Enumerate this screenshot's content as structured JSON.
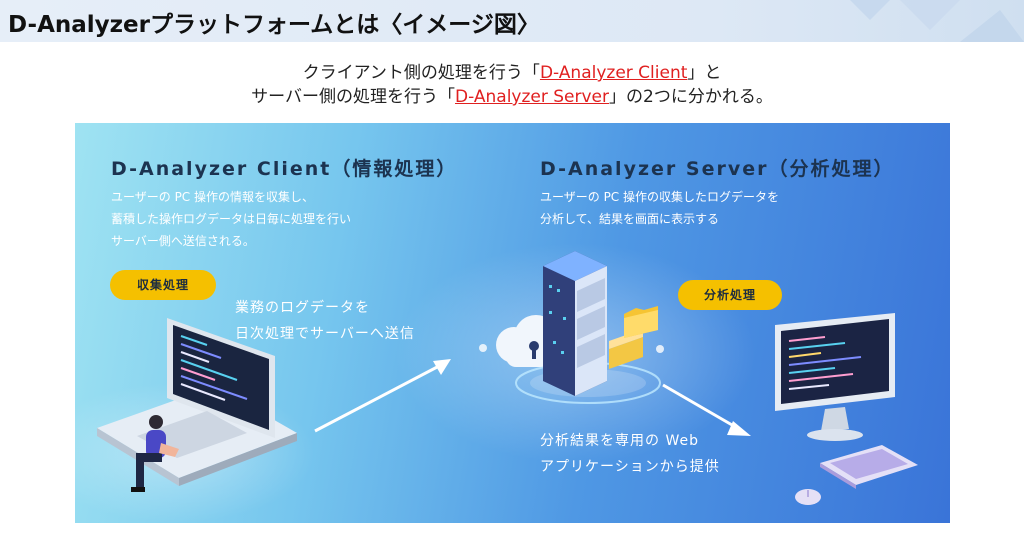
{
  "title": "D-Analyzerプラットフォームとは〈イメージ図〉",
  "intro": {
    "line1": {
      "before": "クライアント側の処理を行う「",
      "link": "D-Analyzer Client",
      "after": "」と"
    },
    "line2": {
      "before": "サーバー側の処理を行う「",
      "link": "D-Analyzer Server",
      "after": "」の2つに分かれる。"
    }
  },
  "client": {
    "heading": "D-Analyzer Client（情報処理）",
    "desc": [
      "ユーザーの PC 操作の情報を収集し、",
      "蓄積した操作ログデータは日毎に処理を行い",
      "サーバー側へ送信される。"
    ],
    "badge": "収集処理"
  },
  "server": {
    "heading": "D-Analyzer Server（分析処理）",
    "desc": [
      "ユーザーの PC 操作の収集したログデータを",
      "分析して、結果を画面に表示する"
    ],
    "badge": "分析処理"
  },
  "flow_upload": [
    "業務のログデータを",
    "日次処理でサーバーへ送信"
  ],
  "flow_result": [
    "分析結果を専用の Web",
    "アプリケーションから提供"
  ],
  "colors": {
    "badge": "#f5c000",
    "link": "#e02020",
    "panel_start": "#9fe3f2",
    "panel_end": "#3a74d8"
  },
  "icons": [
    "laptop-icon",
    "person-icon",
    "server-icon",
    "cloud-lock-icon",
    "folder-icon",
    "monitor-icon",
    "keyboard-icon",
    "mouse-icon",
    "arrow-icon"
  ]
}
